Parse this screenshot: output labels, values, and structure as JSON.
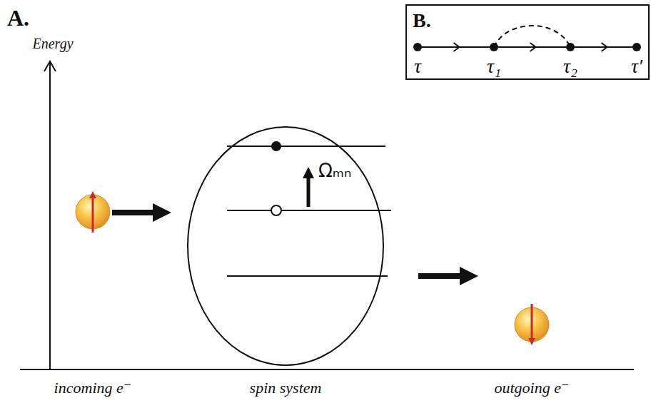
{
  "diagram": {
    "nodes": [
      {
        "text": [
          "incoming e⁻"
        ]
      },
      {
        "text": [
          "Ωₘₙ",
          "spin system"
        ]
      },
      {
        "text": [
          "outgoing e⁻"
        ]
      },
      {
        "text": [
          "B.",
          "τ",
          "τ₁",
          "τ₂",
          "τ′"
        ]
      }
    ],
    "edges": [
      {
        "from": 0,
        "to": 1,
        "arrow": "to"
      },
      {
        "from": 1,
        "to": 2,
        "arrow": "to"
      }
    ],
    "labels": [
      "A.",
      "Energy"
    ]
  }
}
